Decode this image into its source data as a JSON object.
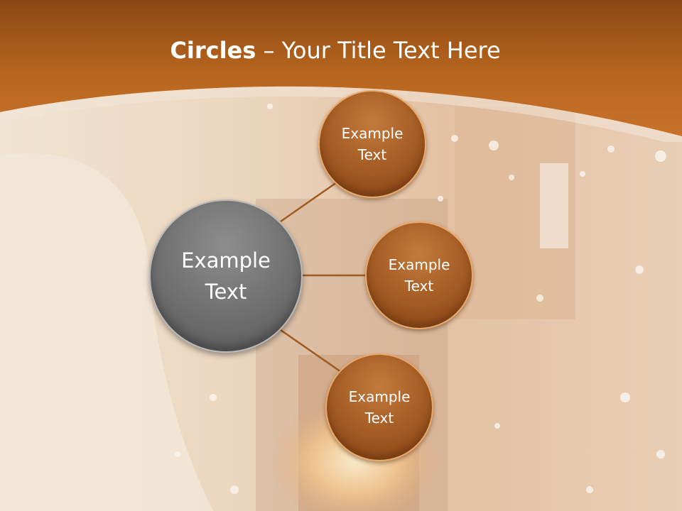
{
  "title": {
    "bold": "Circles",
    "rest": " – Your Title Text Here"
  },
  "diagram": {
    "center": {
      "line1": "Example",
      "line2": "Text"
    },
    "nodes": [
      {
        "line1": "Example",
        "line2": "Text"
      },
      {
        "line1": "Example",
        "line2": "Text"
      },
      {
        "line1": "Example",
        "line2": "Text"
      }
    ]
  },
  "colors": {
    "header": "#b8661e",
    "node_fill": "#a35a23",
    "center_fill": "#6f6f6f",
    "connector": "#a05a20"
  }
}
